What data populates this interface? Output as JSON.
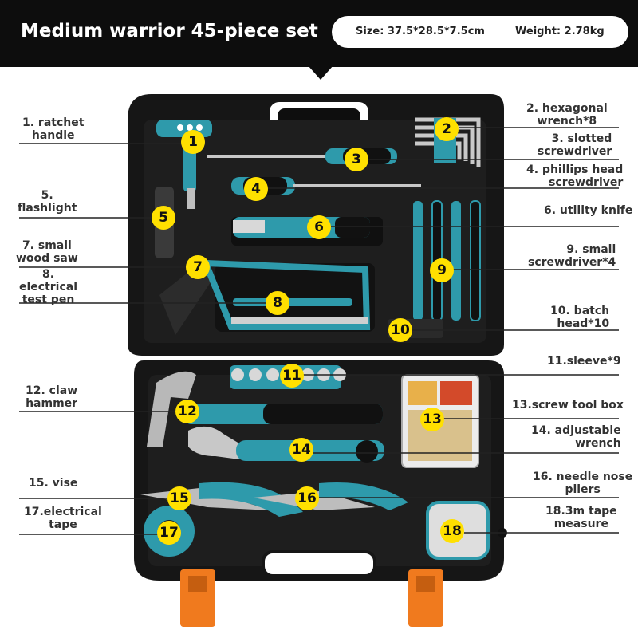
{
  "header": {
    "title": "Medium warrior 45-piece set",
    "size": "Size: 37.5*28.5*7.5cm",
    "weight": "Weight: 2.78kg"
  },
  "colors": {
    "case": "#161616",
    "tool_accent": "#2e9aab",
    "latch": "#f07a1e",
    "badge": "#ffe000",
    "header": "#0d0d0d"
  },
  "tools": [
    {
      "number": "1",
      "label": "1. ratchet\nhandle"
    },
    {
      "number": "2",
      "label": "2. hexagonal\nwrench*8"
    },
    {
      "number": "3",
      "label": "3. slotted\nscrewdriver"
    },
    {
      "number": "4",
      "label": "4. phillips head\nscrewdriver"
    },
    {
      "number": "5",
      "label": "5.\nflashlight"
    },
    {
      "number": "6",
      "label": "6. utility knife"
    },
    {
      "number": "7",
      "label": "7. small\nwood saw"
    },
    {
      "number": "8",
      "label": "8.\nelectrical\ntest pen"
    },
    {
      "number": "9",
      "label": "9. small\nscrewdriver*4"
    },
    {
      "number": "10",
      "label": "10. batch\nhead*10"
    },
    {
      "number": "11",
      "label": "11.sleeve*9"
    },
    {
      "number": "12",
      "label": "12. claw\nhammer"
    },
    {
      "number": "13",
      "label": "13.screw tool box"
    },
    {
      "number": "14",
      "label": "14. adjustable\nwrench"
    },
    {
      "number": "15",
      "label": "15. vise"
    },
    {
      "number": "16",
      "label": "16. needle nose\npliers"
    },
    {
      "number": "17",
      "label": "17.electrical\ntape"
    },
    {
      "number": "18",
      "label": "18.3m tape\nmeasure"
    }
  ]
}
